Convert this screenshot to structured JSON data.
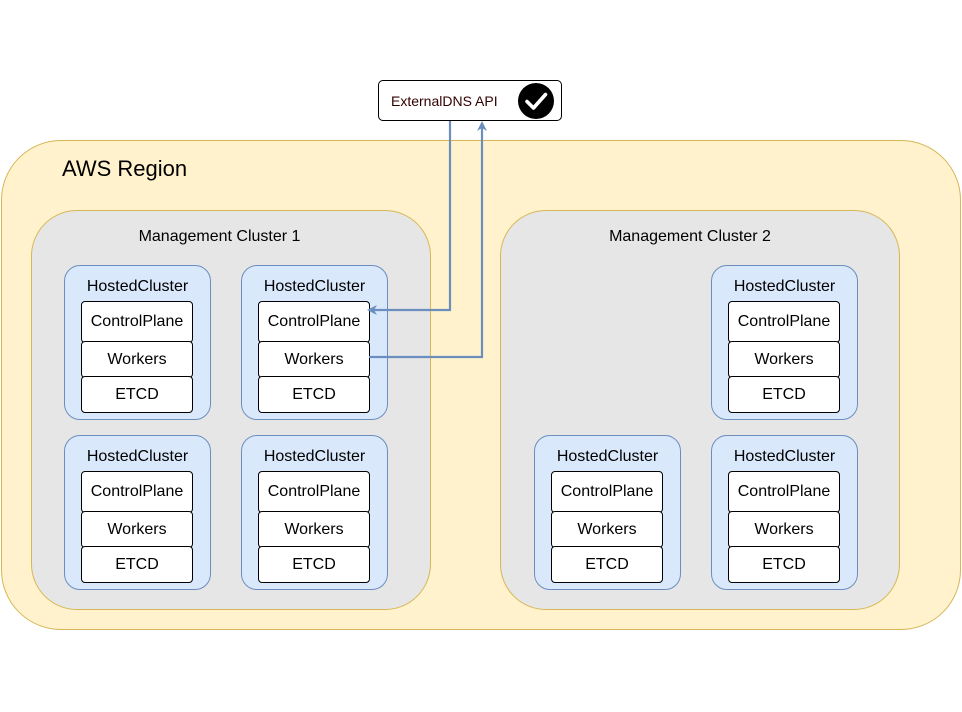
{
  "external_dns": {
    "label": "ExternalDNS API",
    "status_icon": "check-circle-icon"
  },
  "region": {
    "title": "AWS Region"
  },
  "management_clusters": [
    {
      "title": "Management Cluster 1",
      "hosted_clusters": [
        {
          "title": "HostedCluster",
          "components": [
            "ControlPlane",
            "Workers",
            "ETCD"
          ]
        },
        {
          "title": "HostedCluster",
          "components": [
            "ControlPlane",
            "Workers",
            "ETCD"
          ]
        },
        {
          "title": "HostedCluster",
          "components": [
            "ControlPlane",
            "Workers",
            "ETCD"
          ]
        },
        {
          "title": "HostedCluster",
          "components": [
            "ControlPlane",
            "Workers",
            "ETCD"
          ]
        }
      ]
    },
    {
      "title": "Management Cluster 2",
      "hosted_clusters": [
        {
          "title": "HostedCluster",
          "components": [
            "ControlPlane",
            "Workers",
            "ETCD"
          ]
        },
        {
          "title": "HostedCluster",
          "components": [
            "ControlPlane",
            "Workers",
            "ETCD"
          ]
        },
        {
          "title": "HostedCluster",
          "components": [
            "ControlPlane",
            "Workers",
            "ETCD"
          ]
        }
      ]
    }
  ],
  "colors": {
    "region_fill": "#fff2cc",
    "region_stroke": "#d6b656",
    "management_fill": "#e6e6e6",
    "hosted_fill": "#dae8fc",
    "hosted_stroke": "#6c8ebf",
    "connector": "#6c8ebf"
  }
}
